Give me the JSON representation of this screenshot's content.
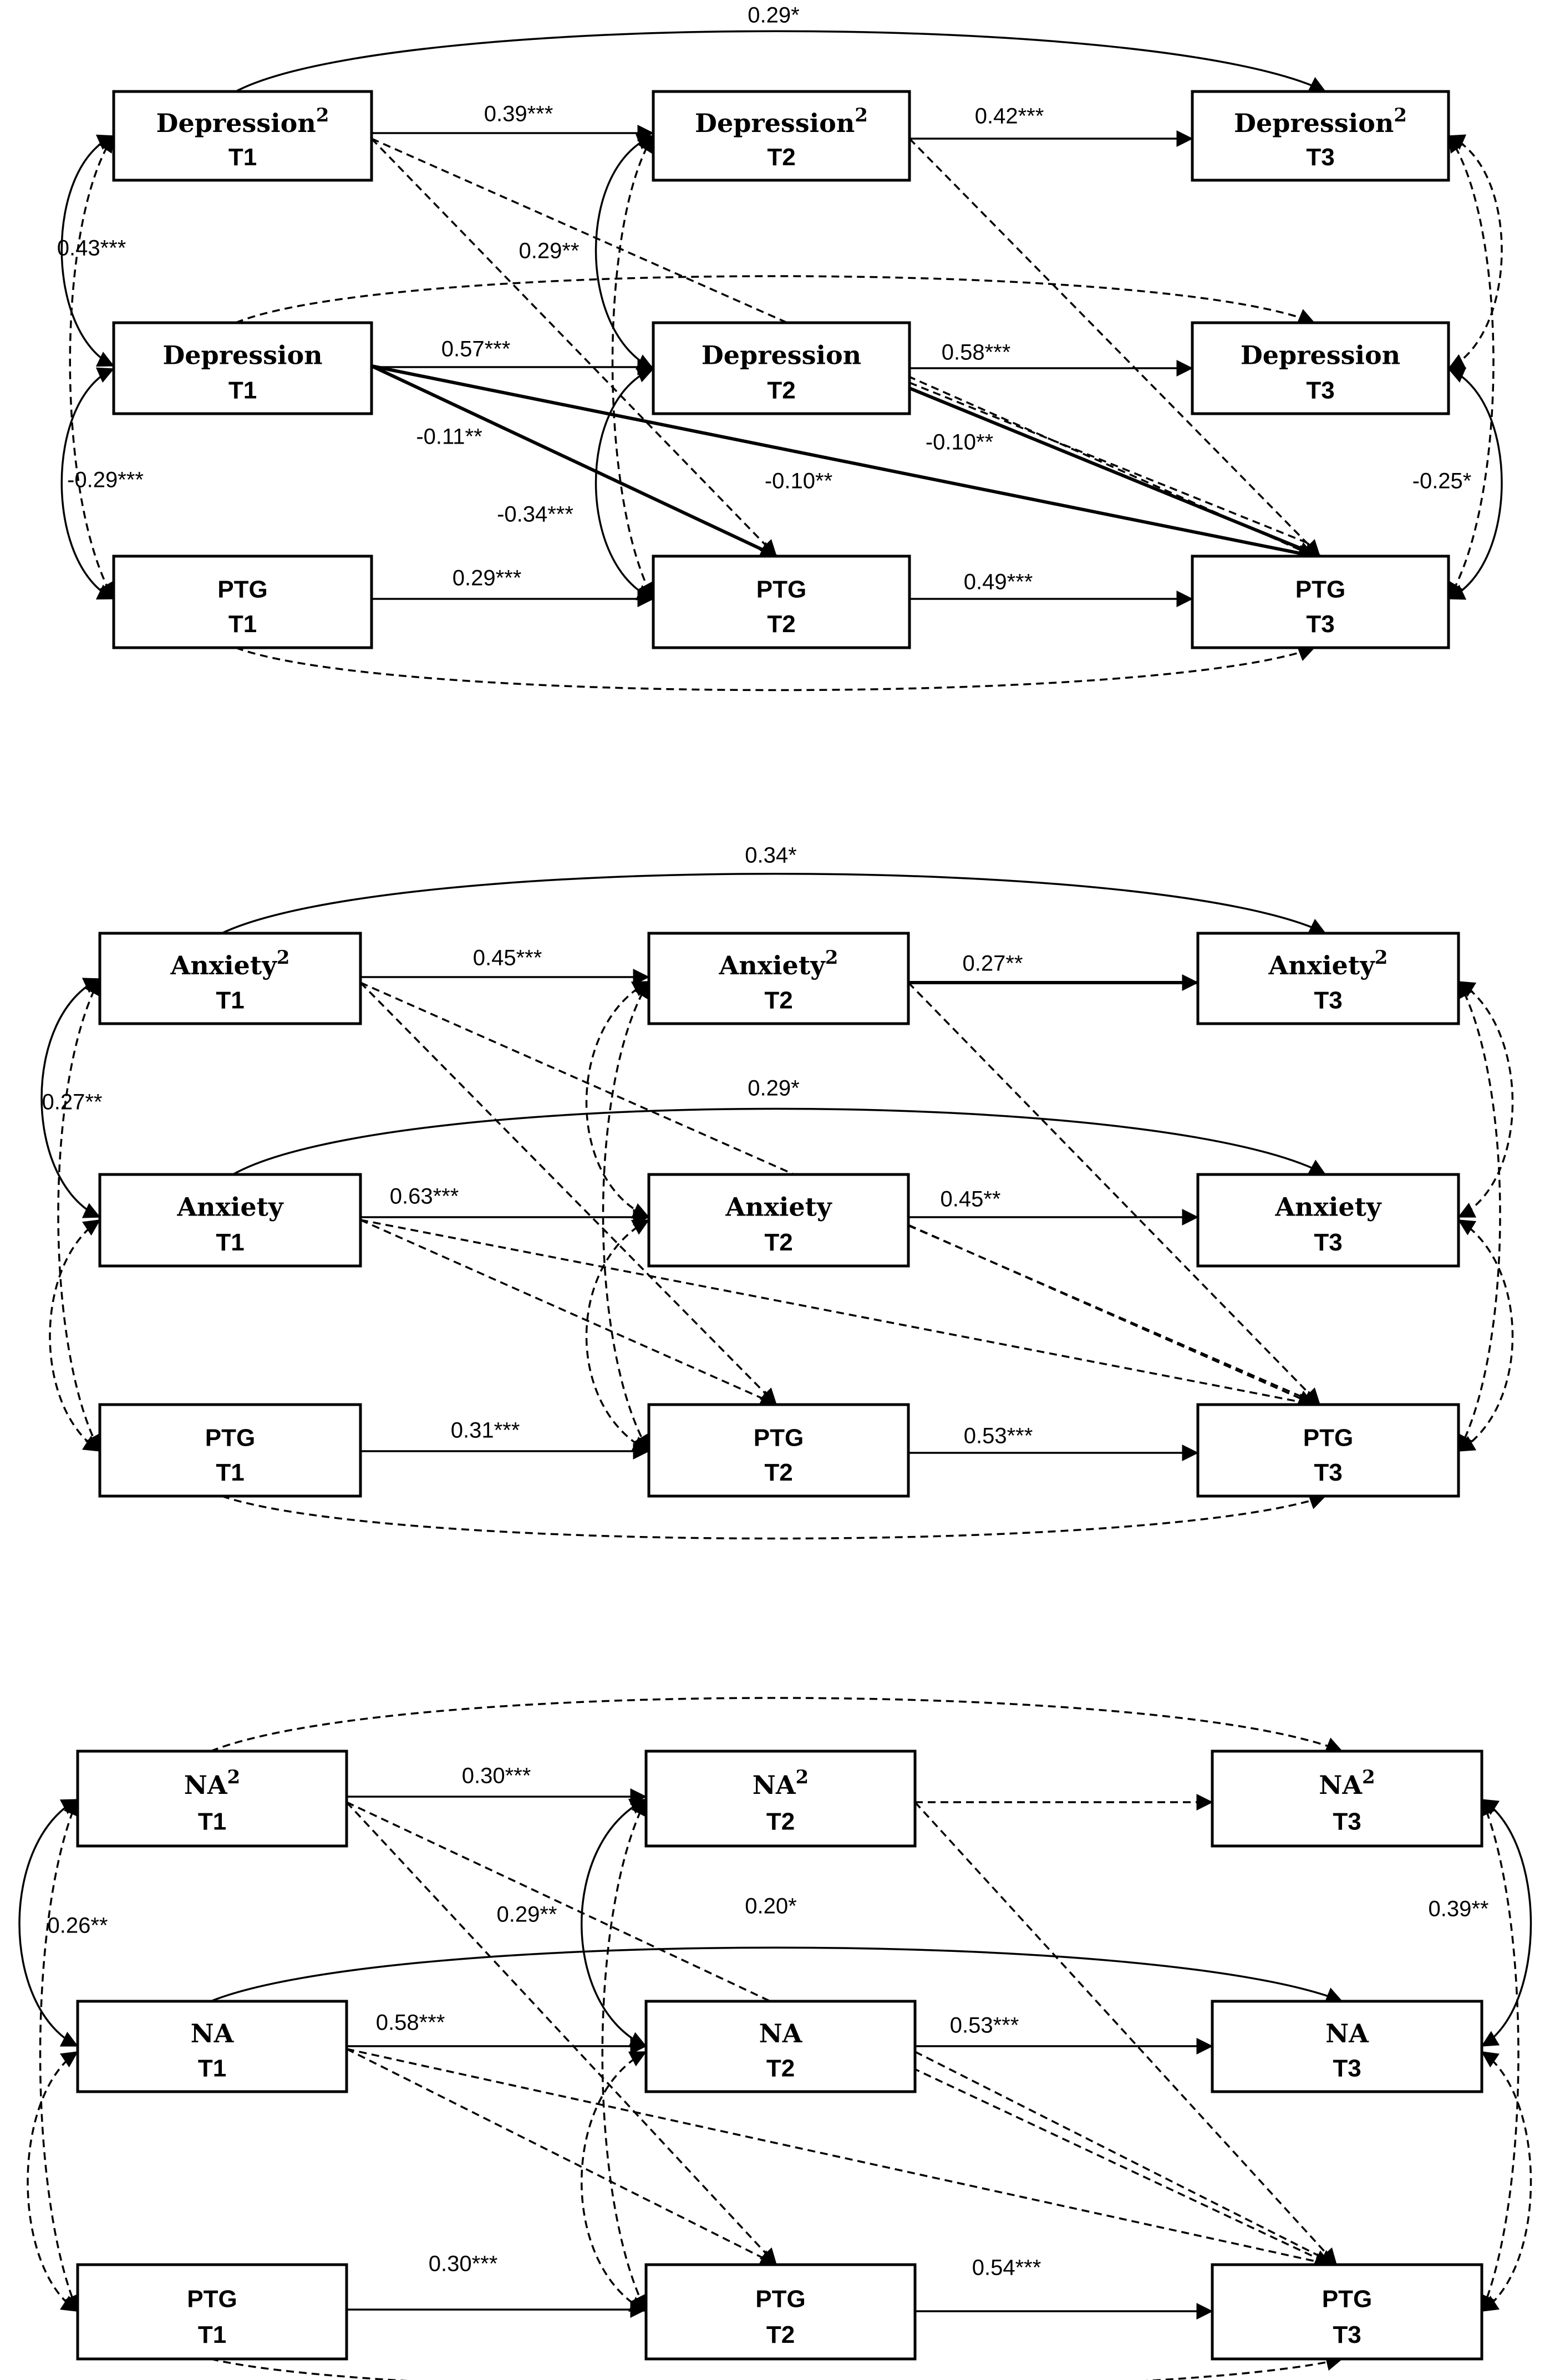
{
  "panels": [
    {
      "id": "depression",
      "nodes": [
        {
          "id": "sq1",
          "name": "Depression",
          "sup": "2",
          "time": "T1"
        },
        {
          "id": "sq2",
          "name": "Depression",
          "sup": "2",
          "time": "T2"
        },
        {
          "id": "sq3",
          "name": "Depression",
          "sup": "2",
          "time": "T3"
        },
        {
          "id": "lin1",
          "name": "Depression",
          "sup": "",
          "time": "T1"
        },
        {
          "id": "lin2",
          "name": "Depression",
          "sup": "",
          "time": "T2"
        },
        {
          "id": "lin3",
          "name": "Depression",
          "sup": "",
          "time": "T3"
        },
        {
          "id": "ptg1",
          "name": "PTG",
          "sup": "",
          "time": "T1"
        },
        {
          "id": "ptg2",
          "name": "PTG",
          "sup": "",
          "time": "T2"
        },
        {
          "id": "ptg3",
          "name": "PTG",
          "sup": "",
          "time": "T3"
        }
      ],
      "coefficients": [
        "0.29*",
        "0.39***",
        "0.42***",
        "0.29**",
        "0.43***",
        "0.57***",
        "0.58***",
        "-0.11**",
        "-0.10**",
        "-0.10**",
        "-0.34***",
        "-0.29***",
        "-0.25*",
        "0.29***",
        "0.49***"
      ]
    },
    {
      "id": "anxiety",
      "nodes": [
        {
          "id": "sq1",
          "name": "Anxiety",
          "sup": "2",
          "time": "T1"
        },
        {
          "id": "sq2",
          "name": "Anxiety",
          "sup": "2",
          "time": "T2"
        },
        {
          "id": "sq3",
          "name": "Anxiety",
          "sup": "2",
          "time": "T3"
        },
        {
          "id": "lin1",
          "name": "Anxiety",
          "sup": "",
          "time": "T1"
        },
        {
          "id": "lin2",
          "name": "Anxiety",
          "sup": "",
          "time": "T2"
        },
        {
          "id": "lin3",
          "name": "Anxiety",
          "sup": "",
          "time": "T3"
        },
        {
          "id": "ptg1",
          "name": "PTG",
          "sup": "",
          "time": "T1"
        },
        {
          "id": "ptg2",
          "name": "PTG",
          "sup": "",
          "time": "T2"
        },
        {
          "id": "ptg3",
          "name": "PTG",
          "sup": "",
          "time": "T3"
        }
      ],
      "coefficients": [
        "0.34*",
        "0.45***",
        "0.27**",
        "0.27**",
        "0.29*",
        "0.63***",
        "0.45**",
        "0.31***",
        "0.53***"
      ]
    },
    {
      "id": "na",
      "nodes": [
        {
          "id": "sq1",
          "name": "NA",
          "sup": "2",
          "time": "T1"
        },
        {
          "id": "sq2",
          "name": "NA",
          "sup": "2",
          "time": "T2"
        },
        {
          "id": "sq3",
          "name": "NA",
          "sup": "2",
          "time": "T3"
        },
        {
          "id": "lin1",
          "name": "NA",
          "sup": "",
          "time": "T1"
        },
        {
          "id": "lin2",
          "name": "NA",
          "sup": "",
          "time": "T2"
        },
        {
          "id": "lin3",
          "name": "NA",
          "sup": "",
          "time": "T3"
        },
        {
          "id": "ptg1",
          "name": "PTG",
          "sup": "",
          "time": "T1"
        },
        {
          "id": "ptg2",
          "name": "PTG",
          "sup": "",
          "time": "T2"
        },
        {
          "id": "ptg3",
          "name": "PTG",
          "sup": "",
          "time": "T3"
        }
      ],
      "coefficients": [
        "0.30***",
        "0.29**",
        "0.20*",
        "0.26**",
        "0.39**",
        "0.58***",
        "0.53***",
        "0.30***",
        "0.54***"
      ]
    }
  ]
}
